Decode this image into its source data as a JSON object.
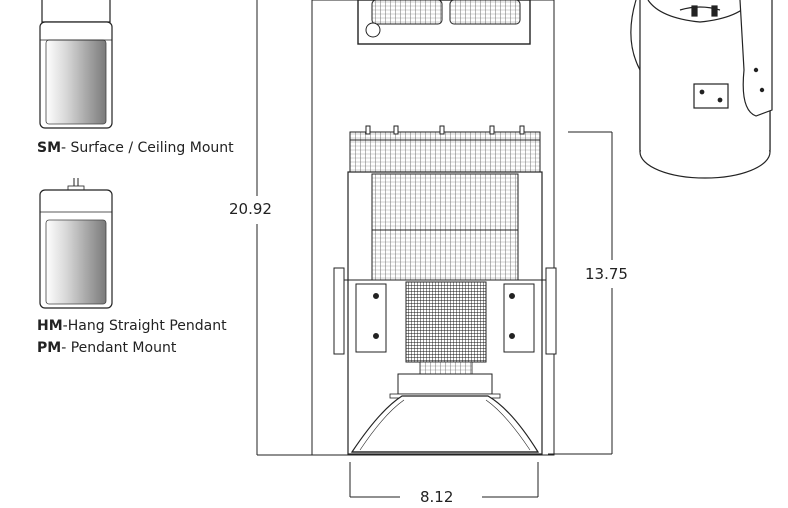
{
  "mounts": [
    {
      "code": "SM",
      "separator": "- ",
      "text": "Surface / Ceiling Mount"
    },
    {
      "code": "HM",
      "separator": "-",
      "text": "Hang Straight Pendant"
    },
    {
      "code": "PM",
      "separator": "- ",
      "text": "Pendant Mount"
    }
  ],
  "dimensions": {
    "overall_height": "20.92",
    "body_height": "13.75",
    "width": "8.12"
  }
}
